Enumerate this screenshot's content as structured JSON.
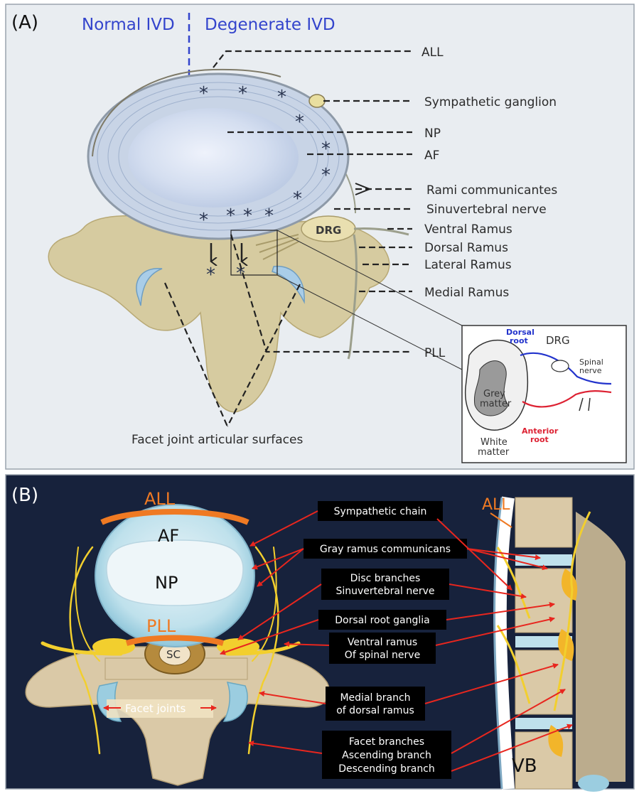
{
  "panelA": {
    "tag": "(A)",
    "normal_ivd": "Normal IVD",
    "degenerate_ivd": "Degenerate IVD",
    "labels": {
      "all": "ALL",
      "sympathetic_ganglion": "Sympathetic ganglion",
      "np": "NP",
      "af": "AF",
      "rami_communicantes": "Rami communicantes",
      "sinuvertebral_nerve": "Sinuvertebral nerve",
      "ventral_ramus": "Ventral Ramus",
      "dorsal_ramus": "Dorsal Ramus",
      "lateral_ramus": "Lateral Ramus",
      "medial_ramus": "Medial Ramus",
      "pll": "PLL",
      "drg": "DRG",
      "facet_surfaces": "Facet joint articular surfaces"
    },
    "inset": {
      "dorsal_root_1": "Dorsal",
      "dorsal_root_2": "root",
      "drg": "DRG",
      "spinal_nerve_1": "Spinal",
      "spinal_nerve_2": "nerve",
      "grey_1": "Grey",
      "grey_2": "matter",
      "anterior_root_1": "Anterior",
      "anterior_root_2": "root",
      "white_1": "White",
      "white_2": "matter"
    },
    "colors": {
      "dashed_divider": "#3344cc",
      "normal_label": "#3344cc",
      "dorsal_root": "#2233cc",
      "anterior_root": "#dd2233"
    }
  },
  "panelB": {
    "tag": "(B)",
    "disc_labels": {
      "all_left": "ALL",
      "af": "AF",
      "np": "NP",
      "pll": "PLL",
      "sc": "SC",
      "facet_joints": "Facet joints",
      "all_right": "ALL",
      "vb": "VB"
    },
    "callouts": {
      "sympathetic_chain": "Sympathetic chain",
      "gray_ramus": "Gray ramus communicans",
      "disc_branches_1": "Disc branches",
      "disc_branches_2": "Sinuvertebral nerve",
      "drg": "Dorsal root ganglia",
      "ventral_1": "Ventral ramus",
      "ventral_2": "Of spinal nerve",
      "medial_1": "Medial branch",
      "medial_2": "of dorsal ramus",
      "facet_1": "Facet branches",
      "facet_2": "Ascending branch",
      "facet_3": "Descending branch"
    },
    "colors": {
      "background": "#17223c",
      "arrow": "#e8261e",
      "ligament": "#ef7a23",
      "nerve": "#f2cf2e"
    }
  }
}
